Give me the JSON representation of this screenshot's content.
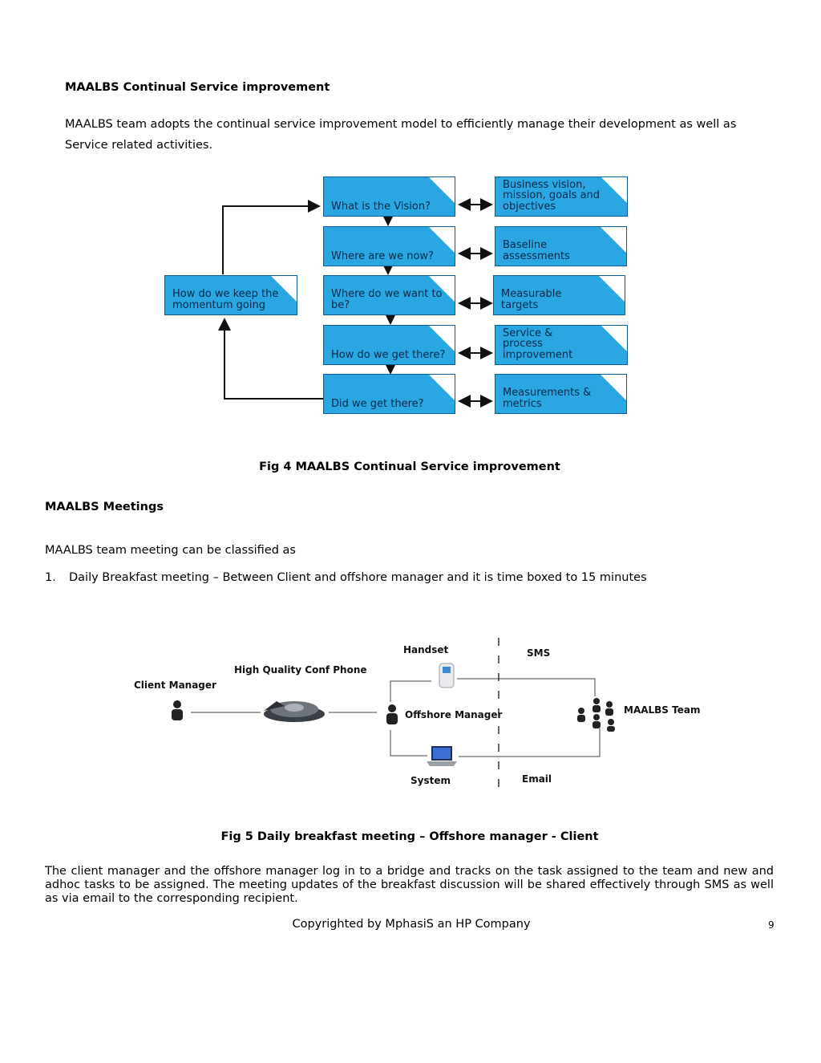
{
  "section1": {
    "heading": "MAALBS Continual Service improvement",
    "para_line1": "MAALBS team adopts the continual service improvement model to efficiently manage their development as well as",
    "para_line2": "Service related activities."
  },
  "fig4": {
    "left_steps": [
      "What is the Vision?",
      "Where are we now?",
      "Where do we want to be?",
      "How do we get there?",
      "Did we get there?"
    ],
    "right_items": [
      "Business vision, mission, goals and objectives",
      "Baseline assessments",
      "Measurable targets",
      "Service & process improvement",
      "Measurements & metrics"
    ],
    "loop_box": "How do we keep the momentum going",
    "caption": "Fig 4 MAALBS Continual Service improvement"
  },
  "section2": {
    "heading": "MAALBS Meetings",
    "intro": "MAALBS team meeting can be classified as",
    "item_number": "1.",
    "item_text": "Daily Breakfast meeting – Between Client and offshore manager  and it is time boxed to 15 minutes"
  },
  "fig5": {
    "client_manager": "Client Manager",
    "conf_phone": "High Quality Conf Phone",
    "handset": "Handset",
    "offshore_manager": "Offshore Manager",
    "system": "System",
    "sms": "SMS",
    "email": "Email",
    "team": "MAALBS Team",
    "caption": "Fig 5 Daily breakfast meeting – Offshore manager - Client"
  },
  "closing_paragraph": "The client manager and the offshore manager log in to a bridge and tracks on the task assigned to the team and new and adhoc tasks to be assigned. The meeting updates of the breakfast discussion will be shared effectively through SMS as well as via email to the corresponding recipient.",
  "footer": {
    "copyright": "Copyrighted by MphasiS an HP Company",
    "page_number": "9"
  }
}
